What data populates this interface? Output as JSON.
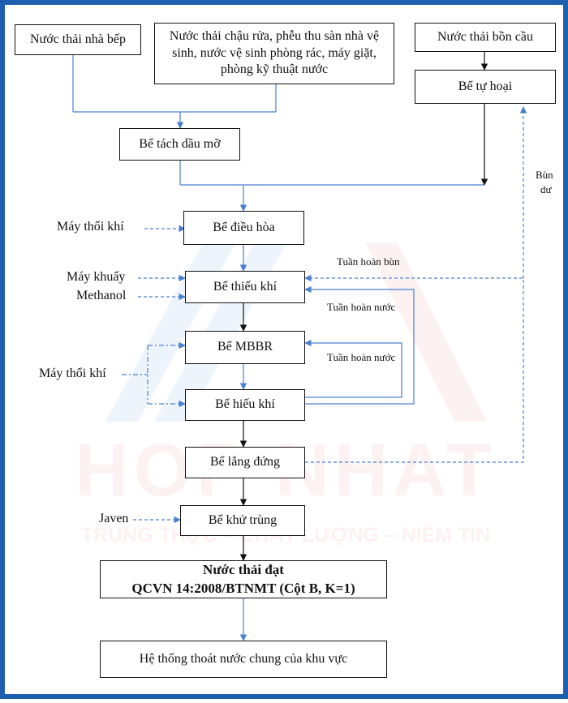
{
  "nodes": {
    "kitchen": "Nước thải nhà bếp",
    "sinks": "Nước thải chậu rửa, phễu thu sàn nhà vệ sinh, nước vệ sinh phòng rác, máy giặt, phòng kỹ thuật nước",
    "toilet": "Nước thải bồn cầu",
    "septic": "Bể tự hoại",
    "grease": "Bể tách dầu mỡ",
    "equalization": "Bể điều hòa",
    "anoxic": "Bể thiếu khí",
    "mbbr": "Bể MBBR",
    "aerobic": "Bể hiếu khí",
    "settling": "Bể lắng đứng",
    "disinfection": "Bể khử trùng",
    "treated_title": "Nước thải đạt",
    "treated_standard": "QCVN 14:2008/BTNMT (Cột B, K=1)",
    "drainage": "Hệ thống thoát nước chung của khu vực"
  },
  "labels": {
    "blower1": "Máy thổi khí",
    "mixer": "Máy khuấy",
    "methanol": "Methanol",
    "blower2": "Máy thổi khí",
    "javen": "Javen",
    "sludge_recycle": "Tuần hoàn bùn",
    "water_recycle1": "Tuần hoàn nước",
    "water_recycle2": "Tuần hoàn nước",
    "excess_sludge_1": "Bùn",
    "excess_sludge_2": "dư"
  },
  "watermark": {
    "word": "HOP NHAT",
    "slogan": "TRUNG THỰC – CHẤT LƯỢNG – NIỀM TIN"
  },
  "colors": {
    "frame": "#1f5fb0",
    "flow_blue": "#4a7fd0",
    "flow_black": "#111111",
    "watermark_red": "#e44848",
    "watermark_blue": "#5b8fd6"
  }
}
